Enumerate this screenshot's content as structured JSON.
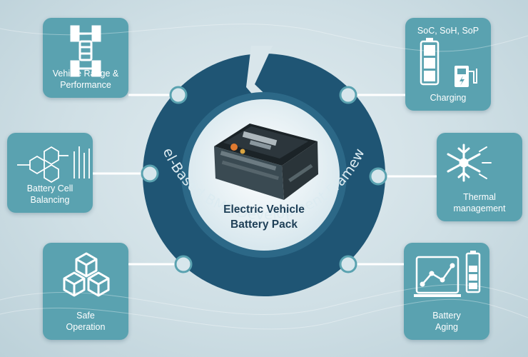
{
  "framework_title": "Model-Based BMS Development Framework",
  "center": {
    "line1": "Electric Vehicle",
    "line2": "Battery Pack"
  },
  "nodes": [
    {
      "id": "range",
      "line1": "Vehicle Range &",
      "line2": "Performance",
      "icon": "chassis-icon"
    },
    {
      "id": "balancing",
      "line1": "Battery Cell",
      "line2": "Balancing",
      "icon": "hexagon-cells-icon"
    },
    {
      "id": "safe",
      "line1": "Safe",
      "line2": "Operation",
      "icon": "cubes-icon"
    },
    {
      "id": "charging",
      "top": "SoC, SoH, SoP",
      "line1": "Charging",
      "icon": "charging-station-icon"
    },
    {
      "id": "thermal",
      "line1": "Thermal",
      "line2": "management",
      "icon": "snowflake-icon"
    },
    {
      "id": "aging",
      "line1": "Battery",
      "line2": "Aging",
      "icon": "aging-chart-icon"
    }
  ],
  "colors": {
    "background": "#cfdfe5",
    "card": "#5aa2b0",
    "ring": "#1f5574",
    "ring_text": "#dcebf1",
    "connector": "#ffffff",
    "center_text": "#1e3f57"
  }
}
